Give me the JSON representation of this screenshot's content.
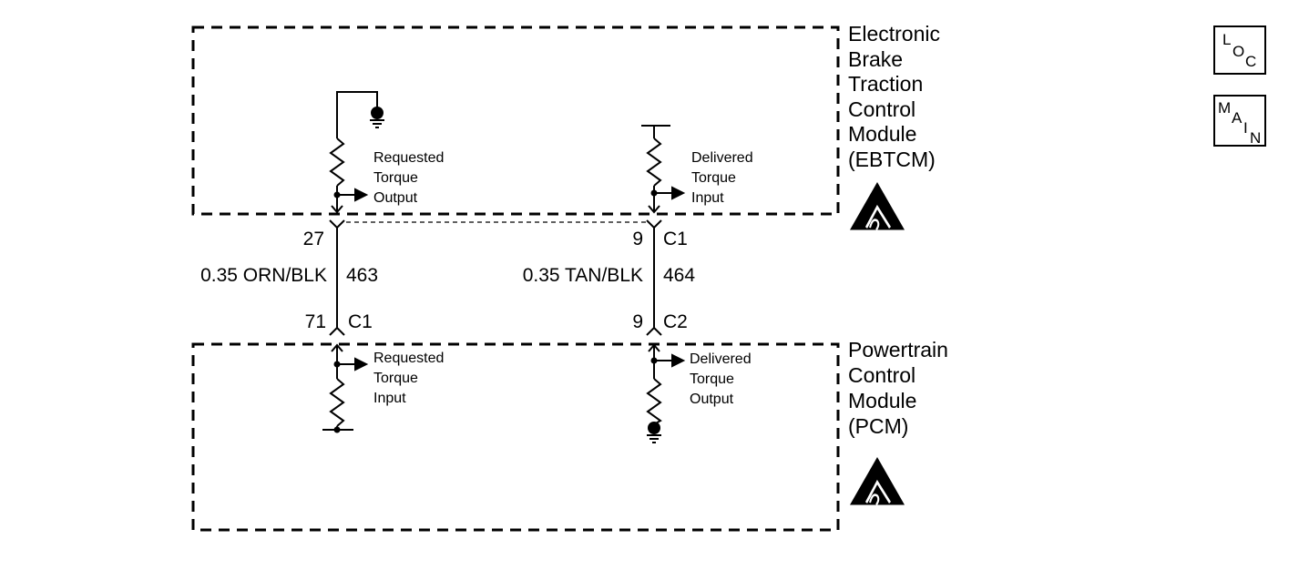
{
  "modules": {
    "ebtcm": {
      "lines": [
        "Electronic",
        "Brake",
        "Traction",
        "Control",
        "Module",
        "(EBTCM)"
      ]
    },
    "pcm": {
      "lines": [
        "Powertrain",
        "Control",
        "Module",
        "(PCM)"
      ]
    }
  },
  "ebtcm_circuits": {
    "left": [
      "Requested",
      "Torque",
      "Output"
    ],
    "right": [
      "Delivered",
      "Torque",
      "Input"
    ]
  },
  "pcm_circuits": {
    "left": [
      "Requested",
      "Torque",
      "Input"
    ],
    "right": [
      "Delivered",
      "Torque",
      "Output"
    ]
  },
  "wires": {
    "left": {
      "top_pin": "27",
      "top_connector": "",
      "wire_label": "0.35 ORN/BLK",
      "circuit": "463",
      "bottom_pin": "71",
      "bottom_connector": "C1"
    },
    "right": {
      "top_pin": "9",
      "top_connector": "C1",
      "wire_label": "0.35 TAN/BLK",
      "circuit": "464",
      "bottom_pin": "9",
      "bottom_connector": "C2"
    }
  },
  "nav": {
    "loc": [
      "L",
      "O",
      "C"
    ],
    "main": [
      "M",
      "A",
      "I",
      "N"
    ]
  },
  "icons": {
    "esd": "esd-warning-icon",
    "ground": "ground-icon",
    "resistor": "resistor-icon",
    "arrow": "arrow-right-icon"
  }
}
